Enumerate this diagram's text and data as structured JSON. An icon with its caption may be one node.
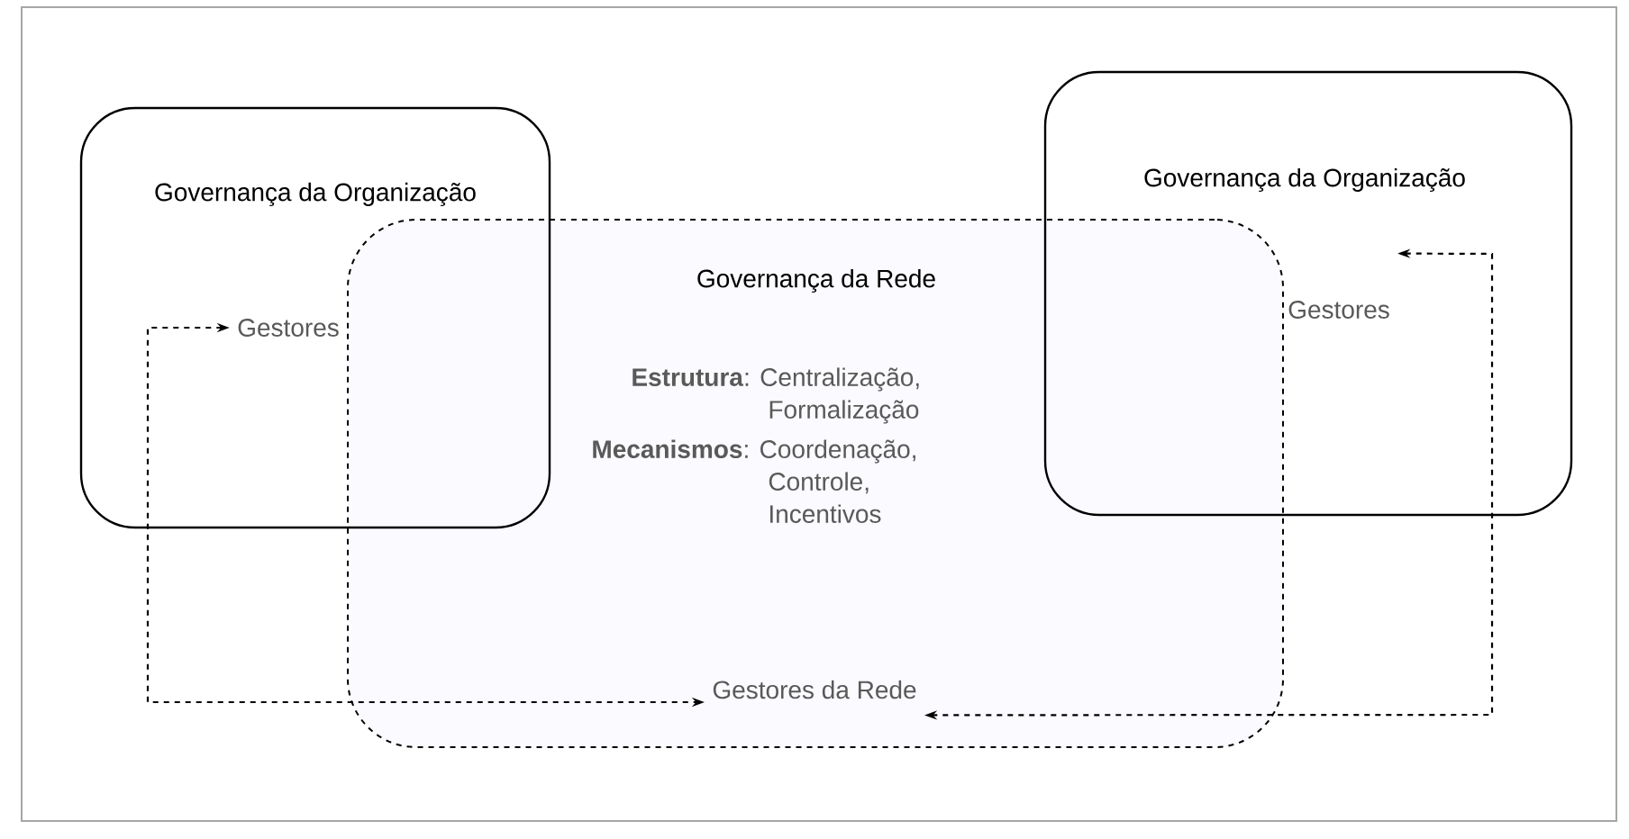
{
  "diagram": {
    "nodes": [
      {
        "text": [
          "Governança da Organização"
        ]
      },
      {
        "text": [
          "Gestores"
        ],
        "in": 0
      },
      {
        "text": [
          "Governança da Organização"
        ]
      },
      {
        "text": [
          "Gestores"
        ],
        "in": 2
      },
      {
        "text": [
          "Governança da Rede",
          "**Estrutura**: Centralização, Formalização",
          "**Mecanismos**: Coordenação, Controle, Incentivos"
        ]
      },
      {
        "text": [
          "Gestores da Rede"
        ],
        "in": 4
      }
    ],
    "edges": [
      {
        "from": 1,
        "to": 5,
        "arrow": "both",
        "style": "dashed"
      },
      {
        "from": 3,
        "to": 5,
        "arrow": "both",
        "style": "dashed"
      }
    ]
  }
}
